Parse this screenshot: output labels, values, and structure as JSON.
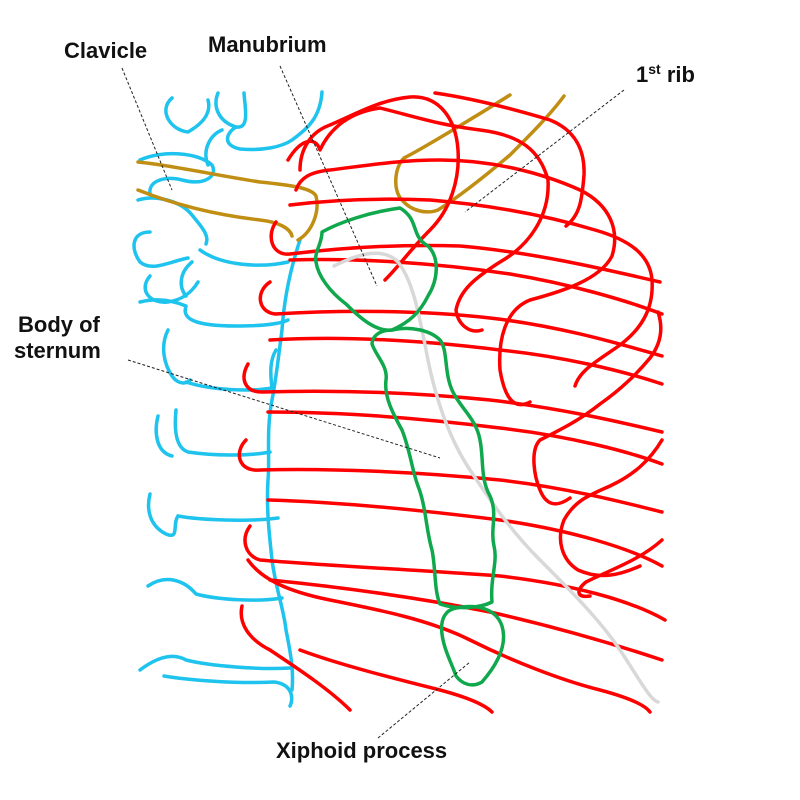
{
  "labels": {
    "clavicle": "Clavicle",
    "manubrium": "Manubrium",
    "first_rib_num": "1",
    "first_rib_sup": "st",
    "first_rib_word": " rib",
    "body_line1": "Body of",
    "body_line2": "sternum",
    "xiphoid": "Xiphoid process"
  },
  "colors": {
    "ribs": "#ff0000",
    "vertebrae": "#1ec3ee",
    "clavicle": "#c08e12",
    "sternum": "#10a84c",
    "midline": "#d8d8d8",
    "text": "#111111"
  }
}
